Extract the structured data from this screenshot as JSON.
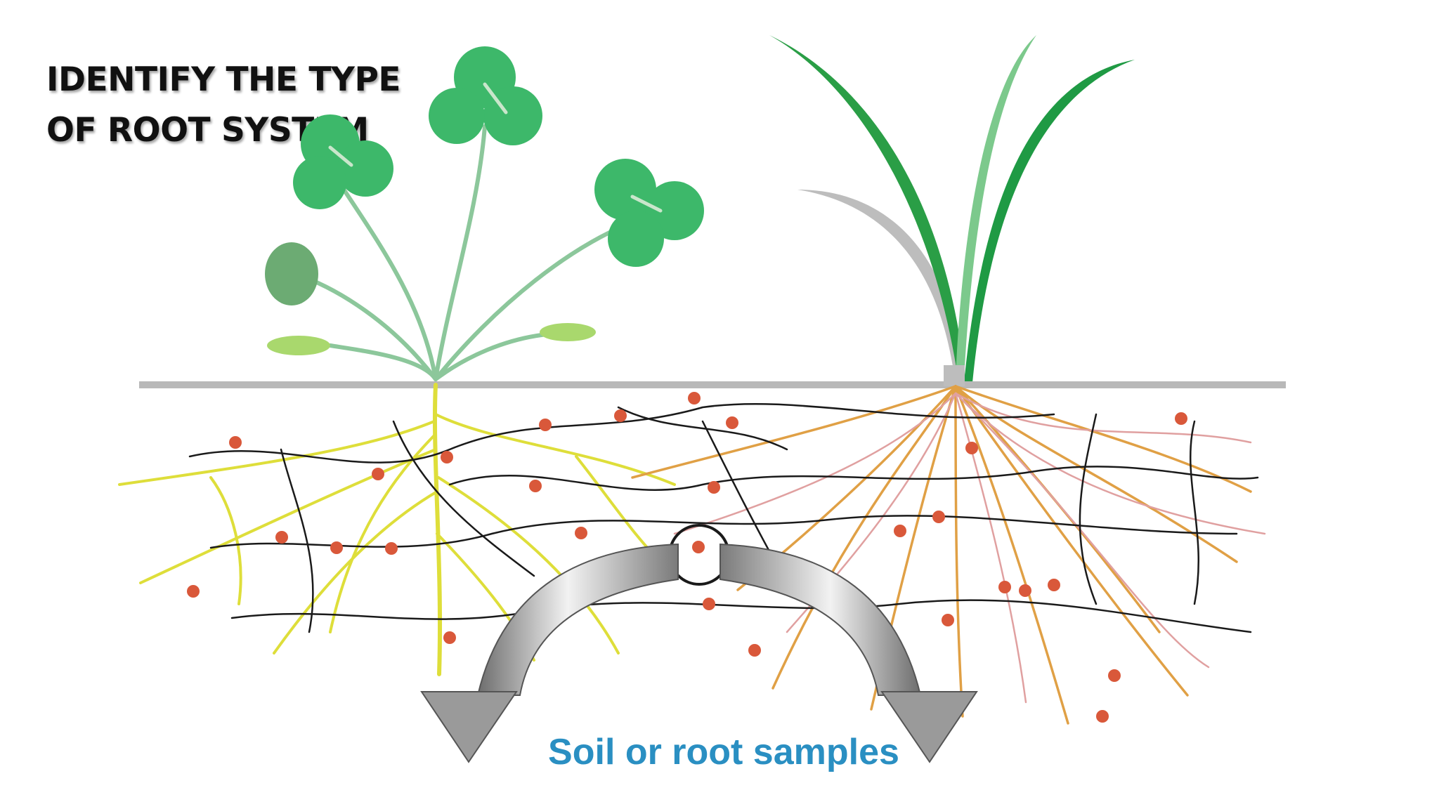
{
  "slide": {
    "title_lines": [
      "IDENTIFY THE TYPE",
      "OF ROOT SYSTEM"
    ]
  },
  "diagram": {
    "caption": "Soil or root samples",
    "colors": {
      "clover_leaf": "#3db86a",
      "clover_stem": "#8cc79b",
      "grass_blade": "#2a9e46",
      "grass_light": "#7cc98c",
      "grass_grey": "#bdbdbd",
      "soil_line": "#b8b8b8",
      "taproot": "#dede3a",
      "fibrous_root": "#e0a045",
      "pink_root": "#e0a0a0",
      "hypha": "#1a1a1a",
      "nodule": "#d9583a",
      "arrow": "#8c8c8c",
      "caption": "#2a8fc2"
    }
  }
}
